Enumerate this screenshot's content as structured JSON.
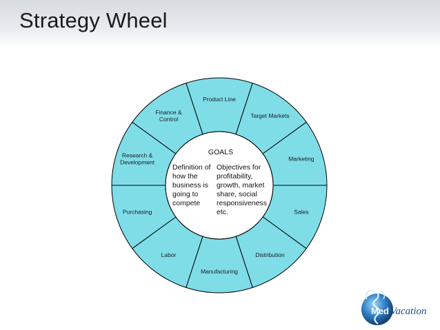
{
  "slide": {
    "title": "Strategy Wheel"
  },
  "wheel": {
    "segment_color": "#7fdde8",
    "segments": [
      {
        "key": "product-line",
        "lines": [
          "Product Line"
        ]
      },
      {
        "key": "target-markets",
        "lines": [
          "Target Markets"
        ]
      },
      {
        "key": "marketing",
        "lines": [
          "Marketing"
        ]
      },
      {
        "key": "sales",
        "lines": [
          "Sales"
        ]
      },
      {
        "key": "distribution",
        "lines": [
          "Distribution"
        ]
      },
      {
        "key": "manufacturing",
        "lines": [
          "Manufacturing"
        ]
      },
      {
        "key": "labor",
        "lines": [
          "Labor"
        ]
      },
      {
        "key": "purchasing",
        "lines": [
          "Purchasing"
        ]
      },
      {
        "key": "research-development",
        "lines": [
          "Research &",
          "Development"
        ]
      },
      {
        "key": "finance-control",
        "lines": [
          "Finance &",
          "Control"
        ]
      }
    ],
    "hub": {
      "title": "GOALS",
      "left_lines": [
        "Definition of",
        "how the",
        "business is",
        "going to",
        "compete"
      ],
      "right_lines": [
        "Objectives for",
        "profitability,",
        "growth, market",
        "share, social",
        "responsiveness",
        "etc."
      ]
    }
  },
  "logo": {
    "text_med": "Med",
    "text_vacation": "Vacation"
  }
}
